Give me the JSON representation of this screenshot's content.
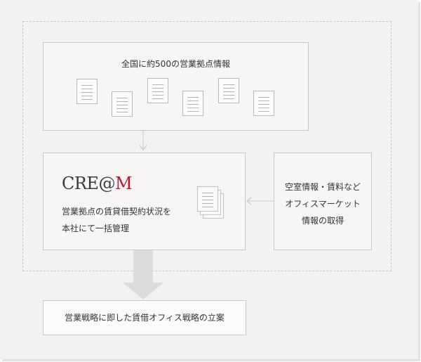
{
  "diagram": {
    "top_box": {
      "title": "全国に約500の営業拠点情報"
    },
    "center_box": {
      "logo_main": "CRE@",
      "logo_accent": "M",
      "lines": [
        "営業拠点の賃貸借契約状況を",
        "本社にて一括管理"
      ]
    },
    "right_box": {
      "lines": [
        "空室情報・賃料など",
        "オフィスマーケット",
        "情報の取得"
      ]
    },
    "bottom_box": {
      "text": "営業戦略に即した賃借オフィス戦略の立案"
    },
    "icons": [
      "document-icon",
      "document-stack-icon"
    ],
    "colors": {
      "background": "#f3f2f1",
      "box_border": "#c6c6c6",
      "logo_accent": "#c8102e",
      "arrow": "#c9c9c9",
      "big_arrow": "#dddcdb"
    }
  }
}
